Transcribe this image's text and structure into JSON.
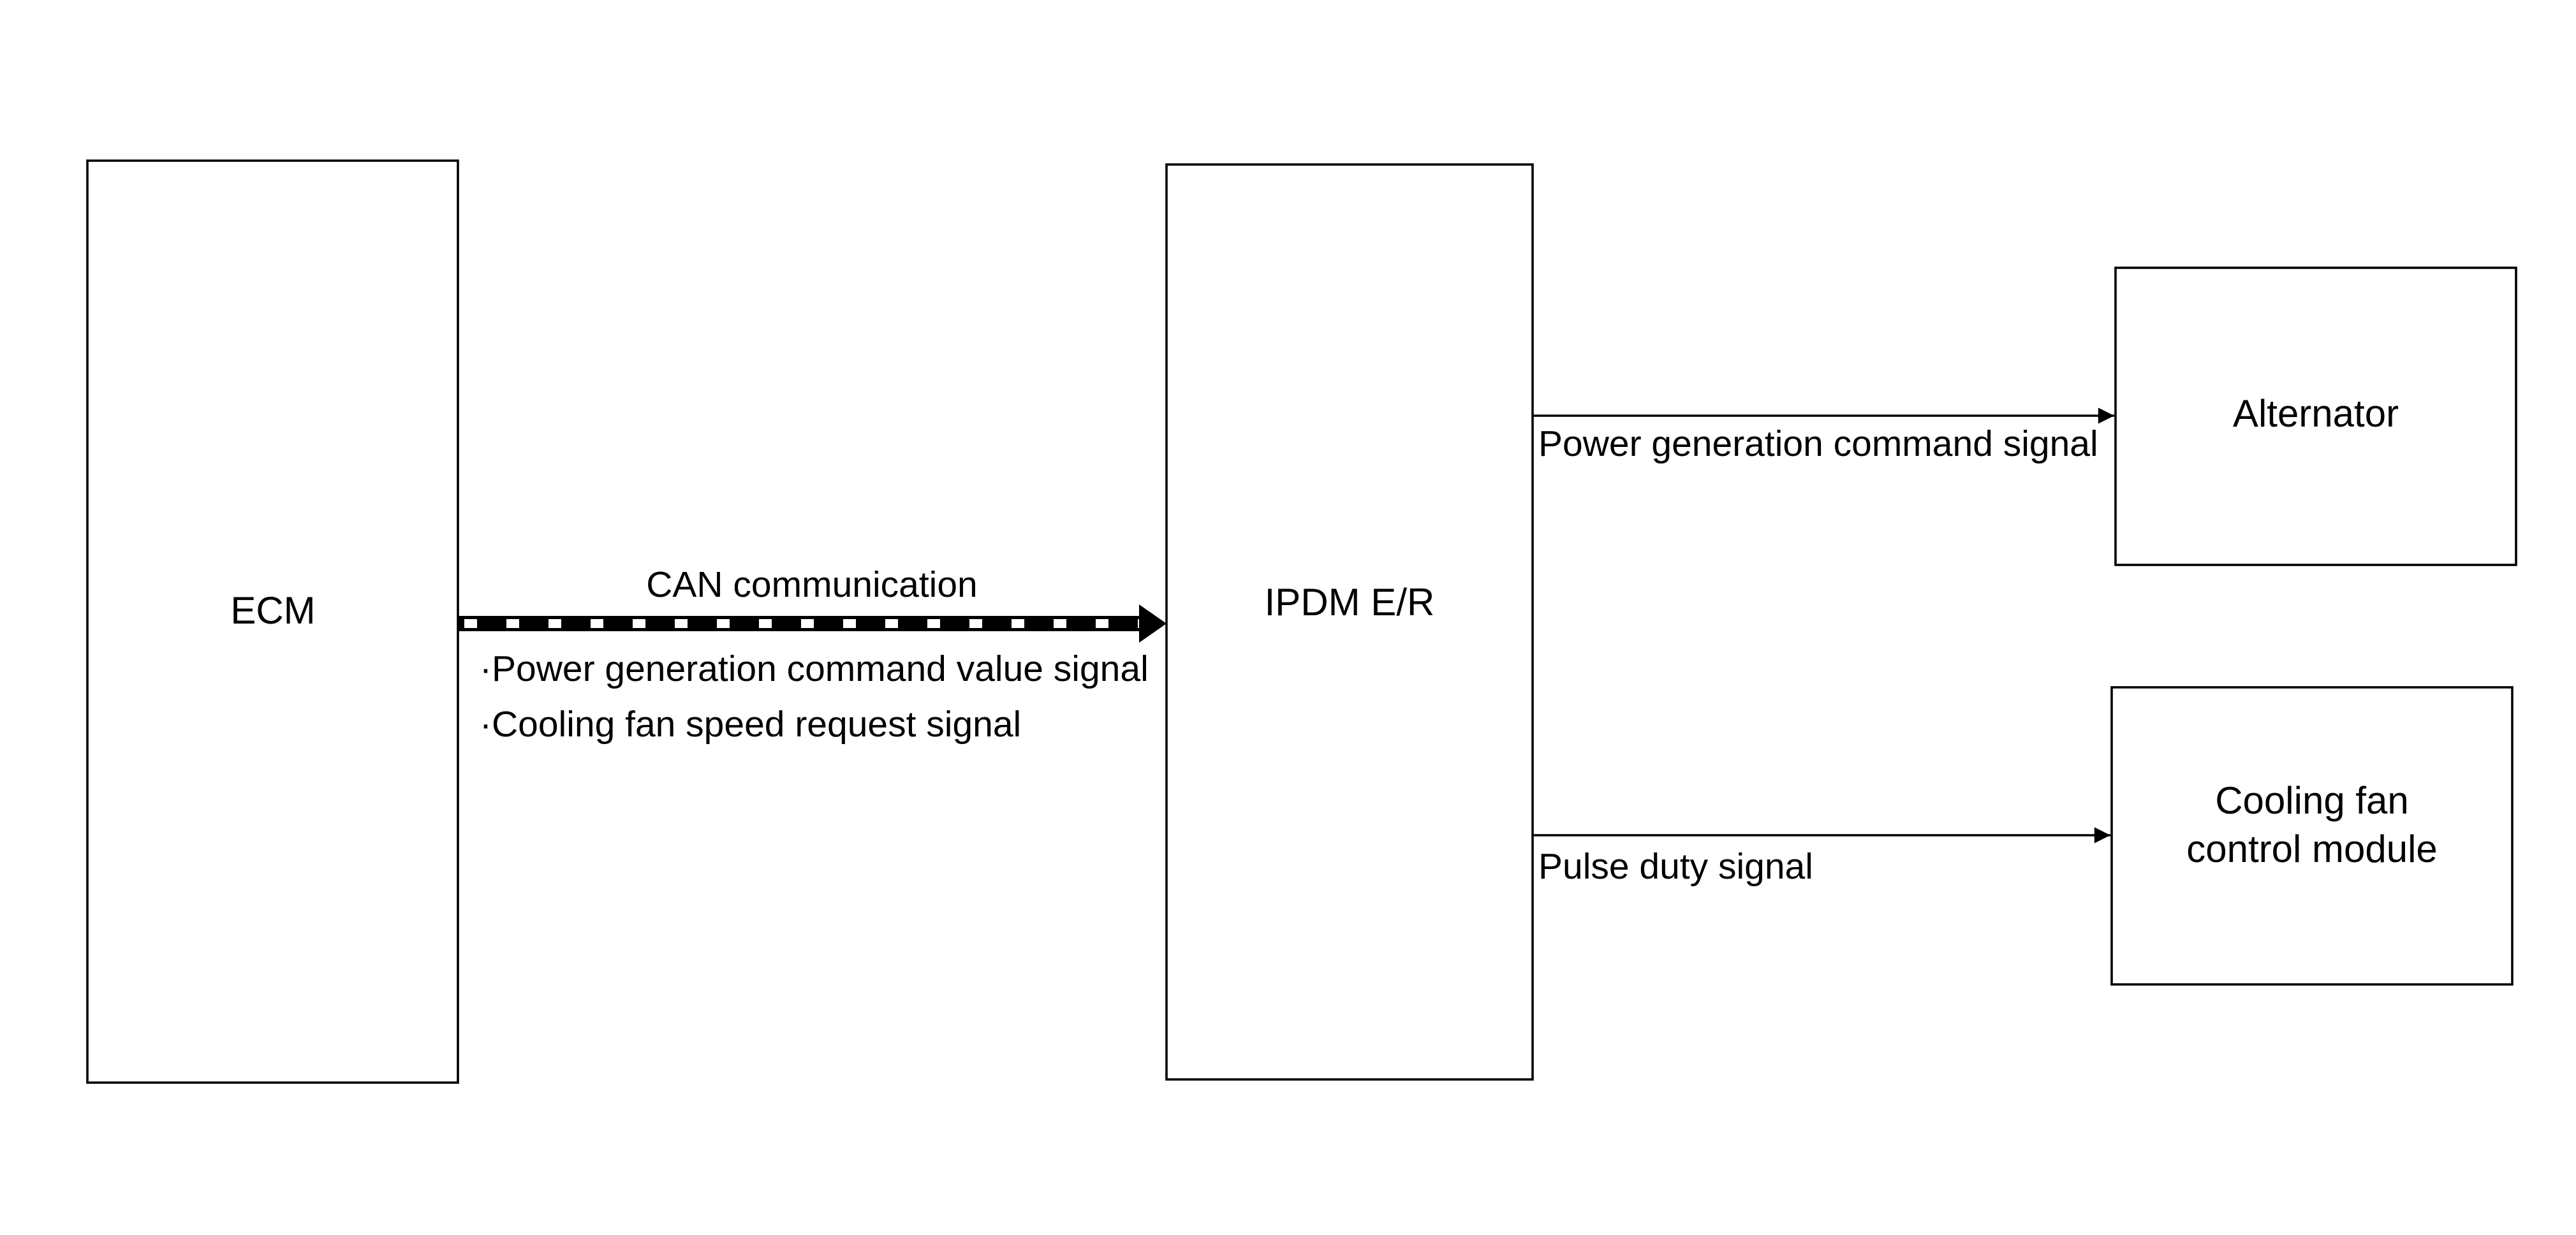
{
  "blocks": {
    "ecm": {
      "label": "ECM"
    },
    "ipdm": {
      "label": "IPDM E/R"
    },
    "alternator": {
      "label": "Alternator"
    },
    "cooling_fan": {
      "line1": "Cooling fan",
      "line2": "control module"
    }
  },
  "links": {
    "can": {
      "label": "CAN communication",
      "signals": [
        "·Power generation command value signal",
        "·Cooling fan speed request signal"
      ]
    },
    "alternator": {
      "label": "Power generation command signal"
    },
    "cooling_fan": {
      "label": "Pulse duty signal"
    }
  }
}
